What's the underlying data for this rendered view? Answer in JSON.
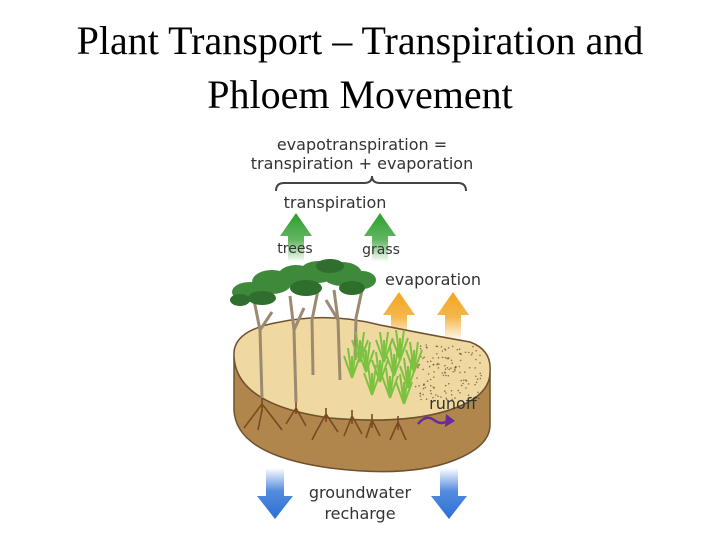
{
  "slide": {
    "title_line1": "Plant Transport – Transpiration and",
    "title_line2": "Phloem Movement"
  },
  "diagram": {
    "equation_line1": "evapotranspiration =",
    "equation_line2": "transpiration + evaporation",
    "transpiration": "transpiration",
    "trees": "trees",
    "grass": "grass",
    "evaporation": "evaporation",
    "runoff": "runoff",
    "groundwater_line1": "groundwater",
    "groundwater_line2": "recharge"
  },
  "colors": {
    "transpiration_arrow": "#2e9e2e",
    "evaporation_arrow": "#f2a51f",
    "groundwater_arrow": "#2a6fd6",
    "runoff_arrow": "#6a2a9c",
    "soil_top": "#f0d9a0",
    "soil_side": "#b0864c"
  }
}
